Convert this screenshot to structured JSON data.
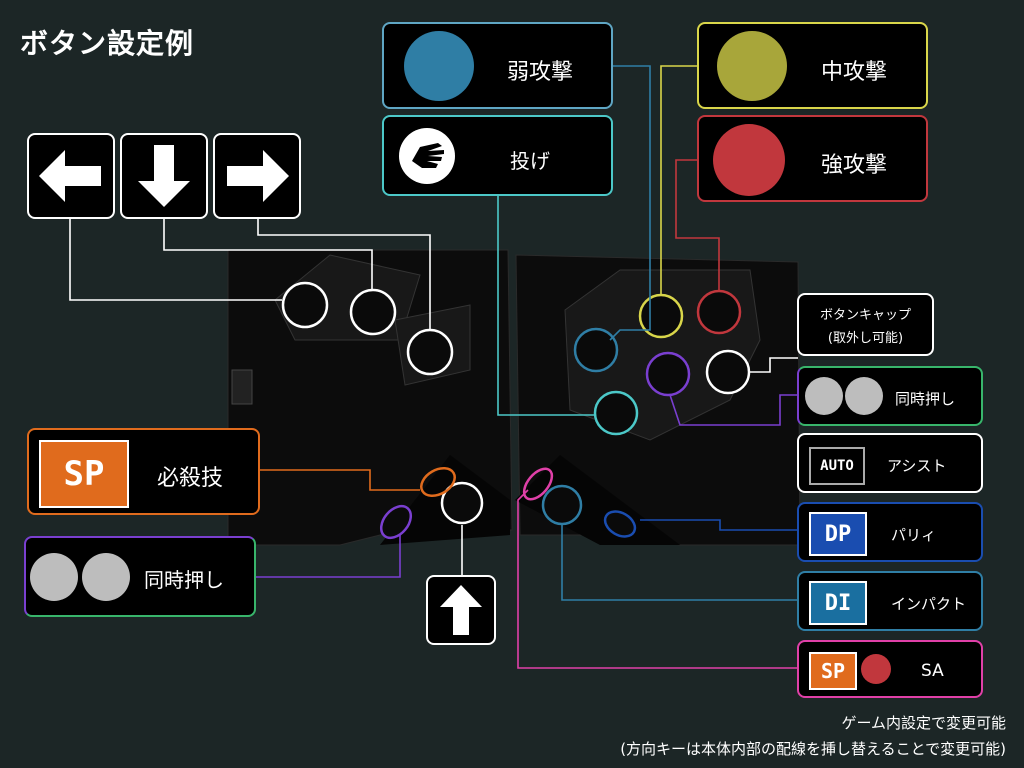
{
  "title": "ボタン設定例",
  "colors": {
    "background": "#1c2626",
    "light": "#2f7ea5",
    "medium": "#a8a63a",
    "heavy": "#c1373d",
    "throw": "#4cc8c8",
    "special": "#e06b1d",
    "dual": "#7a3fd0",
    "dual_border": "#38b56b",
    "auto": "#6a6a6a",
    "drive_parry": "#1a4db0",
    "drive_impact": "#1a6fa0",
    "sa": "#e040a8"
  },
  "labels": {
    "light_attack": "弱攻撃",
    "medium_attack": "中攻撃",
    "heavy_attack": "強攻撃",
    "throw": "投げ",
    "button_cap_line1": "ボタンキャップ",
    "button_cap_line2": "(取外し可能)",
    "simultaneous_right": "同時押し",
    "assist": "アシスト",
    "parry": "パリィ",
    "impact": "インパクト",
    "sa": "SA",
    "special_move": "必殺技",
    "simultaneous_left": "同時押し"
  },
  "badges": {
    "auto": "AUTO",
    "dp": "DP",
    "di": "DI",
    "sp": "SP"
  },
  "footer": {
    "line1": "ゲーム内設定で変更可能",
    "line2": "(方向キーは本体内部の配線を挿し替えることで変更可能)"
  },
  "icons": [
    "left-arrow-icon",
    "down-arrow-icon",
    "right-arrow-icon",
    "up-arrow-icon",
    "hand-icon"
  ]
}
